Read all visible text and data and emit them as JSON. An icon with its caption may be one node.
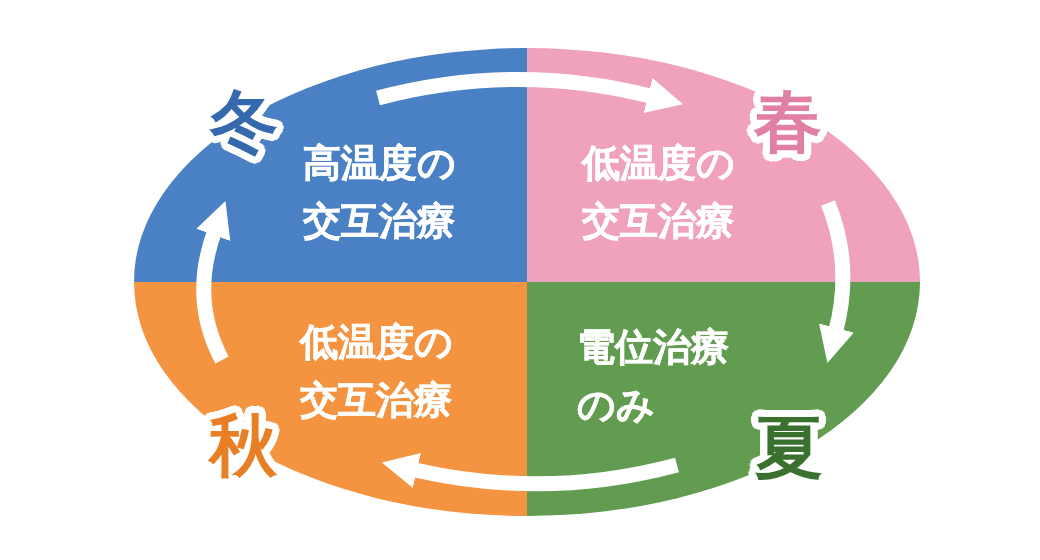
{
  "diagram": {
    "nodes": [
      {
        "text": [
          "冬",
          "高温度の交互治療"
        ]
      },
      {
        "text": [
          "春",
          "低温度の交互治療"
        ]
      },
      {
        "text": [
          "低温度の交互治療",
          "秋"
        ]
      },
      {
        "text": [
          "電位治療のみ",
          "夏"
        ]
      }
    ],
    "edges": [
      {
        "from": 0,
        "to": 1,
        "arrow": "to"
      },
      {
        "from": 1,
        "to": 3,
        "arrow": "to"
      },
      {
        "from": 3,
        "to": 2,
        "arrow": "to"
      },
      {
        "from": 2,
        "to": 0,
        "arrow": "to"
      }
    ]
  }
}
